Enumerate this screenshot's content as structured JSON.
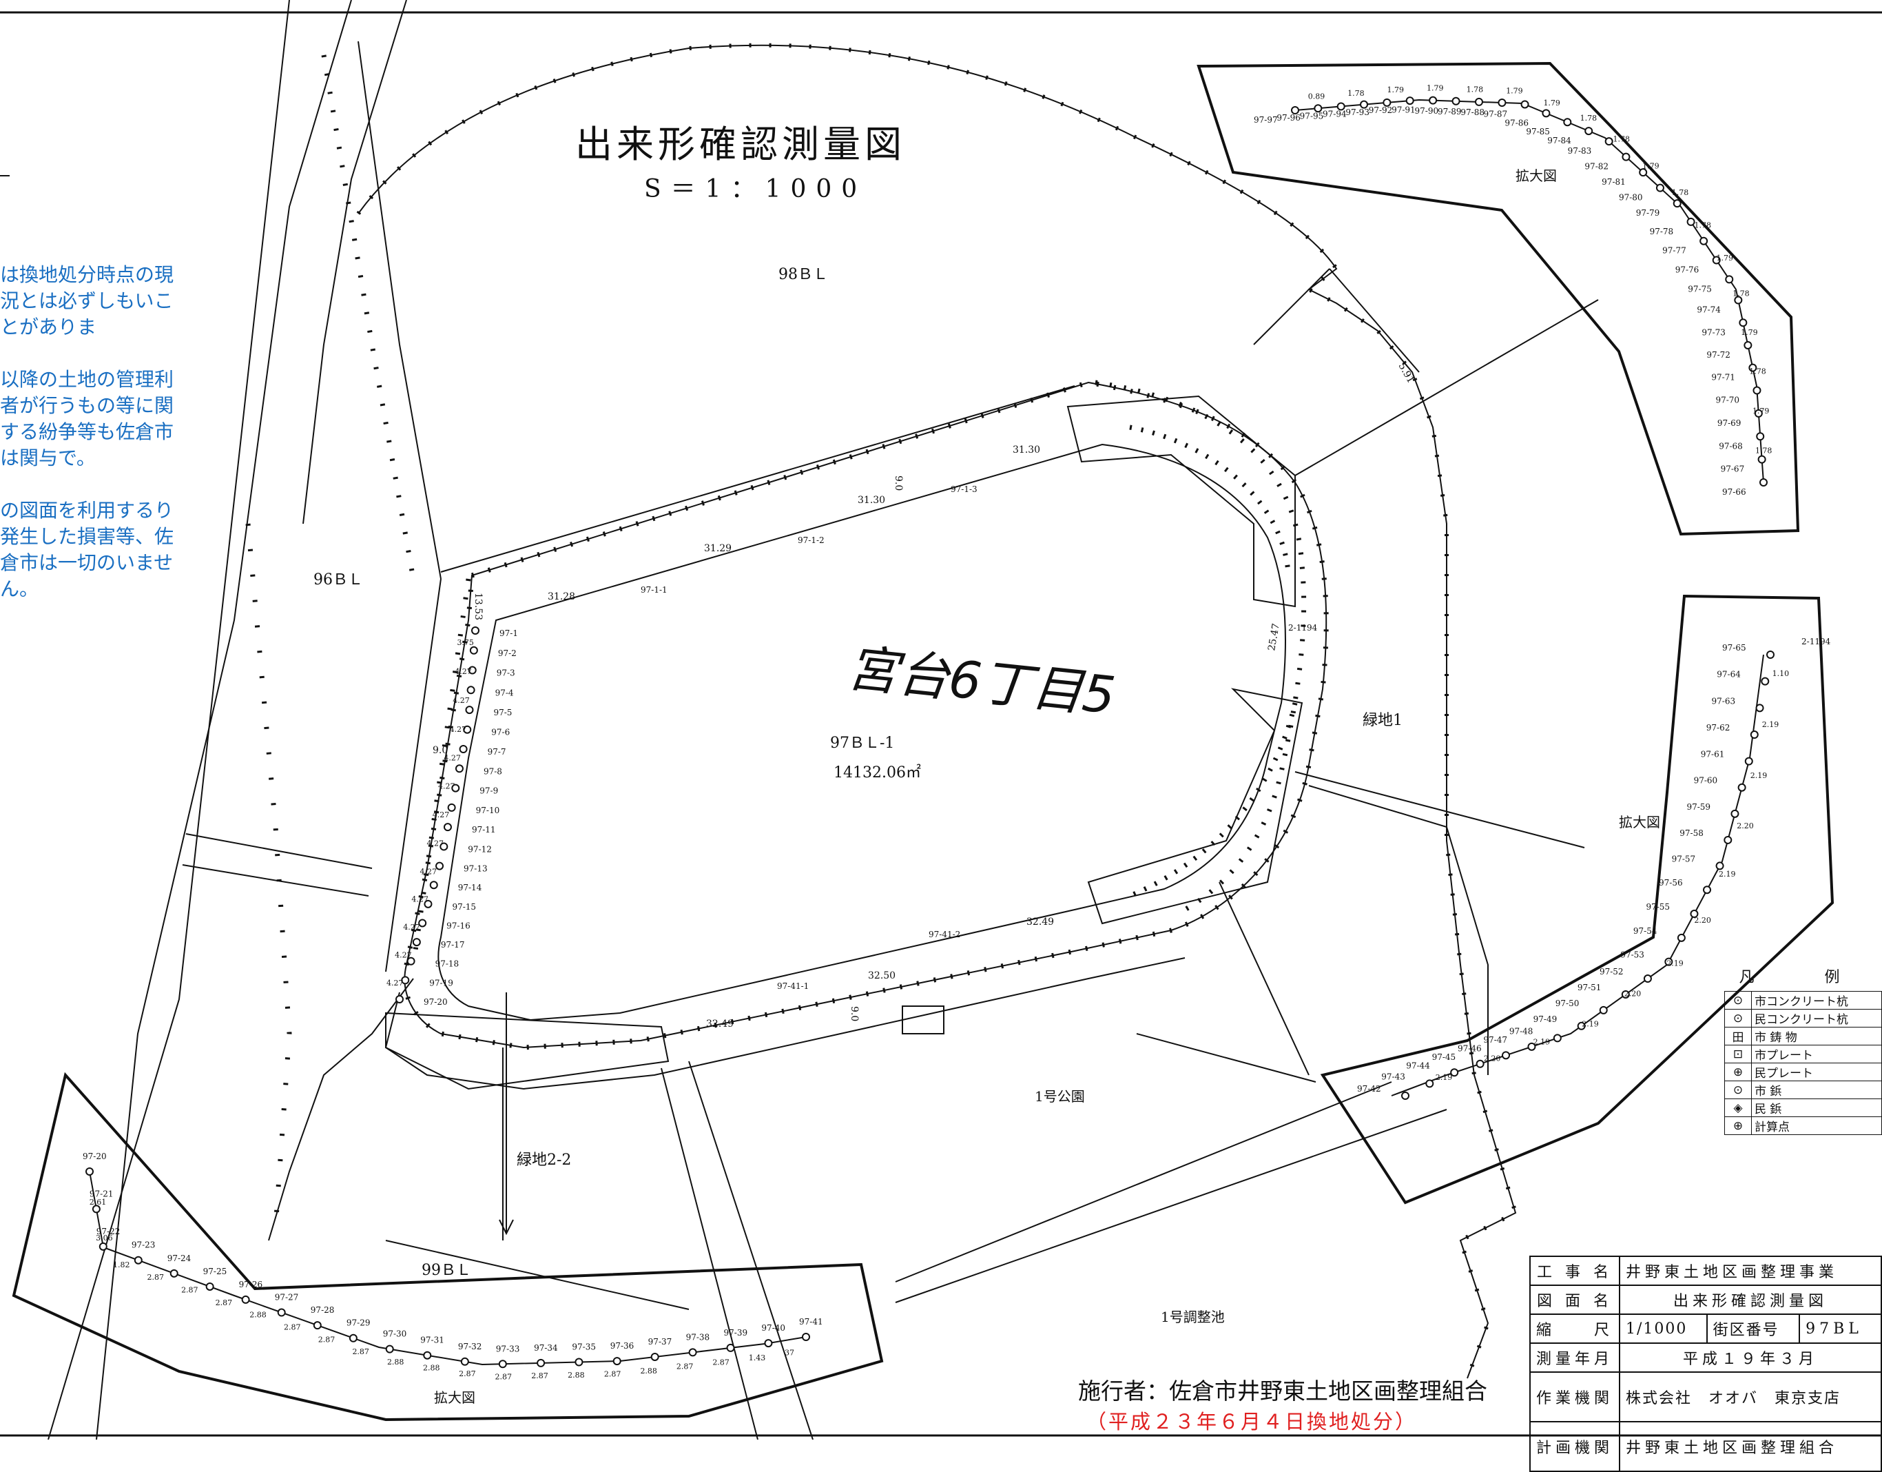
{
  "map": {
    "title": "出来形確認測量図",
    "scale": "S＝1：1000",
    "handwritten": "宮台6丁目5",
    "blocks": {
      "b98": "98ＢＬ",
      "b96": "96ＢＬ",
      "b97": "97ＢＬ-1",
      "b97_area": "14132.06㎡",
      "b99": "99ＢＬ",
      "green1": "緑地1",
      "green2": "緑地2-2",
      "park": "1号公園",
      "pond": "1号調整池"
    },
    "enlarge_label": "拡大図",
    "road_labels": {
      "w1": "9.0",
      "w2": "9.0",
      "w3": "9.0",
      "d1": "31.28",
      "d2": "31.29",
      "d3": "31.30",
      "d4": "31.30",
      "d5": "32.49",
      "d6": "32.50",
      "d7": "32.49",
      "d8": "25.47",
      "d9": "5.91",
      "d10": "13.53"
    },
    "point_labels": {
      "p1": "97-1-1",
      "p2": "97-1-2",
      "p3": "97-1-3",
      "p4": "97-41-1",
      "p5": "97-41-2",
      "p6": "2-1194"
    },
    "left_chain": [
      "97-1",
      "97-2",
      "97-3",
      "97-4",
      "97-5",
      "97-6",
      "97-7",
      "97-8",
      "97-9",
      "97-10",
      "97-11",
      "97-12",
      "97-13",
      "97-14",
      "97-15",
      "97-16",
      "97-17",
      "97-18",
      "97-19",
      "97-20"
    ],
    "left_chain_dims": [
      "3.75",
      "4.27",
      "4.27",
      "4.27",
      "4.27",
      "4.27",
      "4.27",
      "4.27",
      "4.27",
      "4.27",
      "4.27",
      "4.27",
      "4.27"
    ],
    "top_right_labels": [
      "97-97",
      "97-96",
      "97-95",
      "97-94",
      "97-93",
      "97-92",
      "97-91",
      "97-90",
      "97-89",
      "97-88",
      "97-87",
      "97-86",
      "97-85",
      "97-84",
      "97-83",
      "97-82",
      "97-81",
      "97-80",
      "97-79",
      "97-78",
      "97-77",
      "97-76",
      "97-75",
      "97-74",
      "97-73",
      "97-72",
      "97-71",
      "97-70",
      "97-69",
      "97-68",
      "97-67",
      "97-66"
    ],
    "top_right_dims": [
      "0.89",
      "1.78",
      "1.79",
      "1.79",
      "1.78",
      "1.79",
      "1.79",
      "1.78",
      "1.78",
      "1.79",
      "1.78",
      "1.78",
      "1.79",
      "1.78",
      "1.79",
      "1.78",
      "1.79",
      "1.78"
    ],
    "right_labels": [
      "97-65",
      "97-64",
      "97-63",
      "97-62",
      "97-61",
      "97-60",
      "97-59",
      "97-58",
      "97-57",
      "97-56",
      "97-55",
      "97-54",
      "97-53",
      "97-52",
      "97-51",
      "97-50",
      "97-49",
      "97-48",
      "97-47",
      "97-46",
      "97-45",
      "97-44",
      "97-43",
      "97-42"
    ],
    "right_dims": [
      "1.10",
      "2.19",
      "2.19",
      "2.20",
      "2.19",
      "2.20",
      "2.19",
      "2.20",
      "2.19",
      "2.19",
      "2.20",
      "2.19"
    ],
    "bottom_labels": [
      "97-20",
      "97-21",
      "97-22",
      "97-23",
      "97-24",
      "97-25",
      "97-26",
      "97-27",
      "97-28",
      "97-29",
      "97-30",
      "97-31",
      "97-32",
      "97-33",
      "97-34",
      "97-35",
      "97-36",
      "97-37",
      "97-38",
      "97-39",
      "97-40",
      "97-41"
    ],
    "bottom_dims": [
      "2.61",
      "3.06",
      "1.82",
      "2.87",
      "2.87",
      "2.87",
      "2.88",
      "2.87",
      "2.87",
      "2.87",
      "2.88",
      "2.88",
      "2.87",
      "2.87",
      "2.87",
      "2.88",
      "2.87",
      "2.88",
      "2.87",
      "2.87",
      "1.43",
      "37"
    ]
  },
  "notice": [
    "は換地処分時点の現況とは必ずしもいことがありま",
    "以降の土地の管理利者が行うもの等に関する紛争等も佐倉市は関与で。",
    "の図面を利用するり発生した損害等、佐倉市は一切のいません。"
  ],
  "executor": {
    "name": "施行者：佐倉市井野東土地区画整理組合",
    "date": "（平成２３年６月４日換地処分）"
  },
  "legend": {
    "heading": "凡　例",
    "items": [
      {
        "symbol": "⊙",
        "label": "市コンクリート杭"
      },
      {
        "symbol": "⊙",
        "label": "民コンクリート杭"
      },
      {
        "symbol": "田",
        "label": "市 鋳 物"
      },
      {
        "symbol": "⊡",
        "label": "市プレート"
      },
      {
        "symbol": "⊕",
        "label": "民プレート"
      },
      {
        "symbol": "⊙",
        "label": "市 鋲"
      },
      {
        "symbol": "◈",
        "label": "民 鋲"
      },
      {
        "symbol": "⊕",
        "label": "計算点"
      }
    ]
  },
  "title_block": {
    "r1k": "工 事 名",
    "r1v": "井野東土地区画整理事業",
    "r2k": "図 面 名",
    "r2v": "出来形確認測量図",
    "r3k": "縮　　尺",
    "r3v": "1/1000",
    "r3k2": "街区番号",
    "r3v2": "97BL",
    "r4k": "測量年月",
    "r4v": "平成１９年３月",
    "r5k": "作業機関",
    "r5v": "株式会社　オオバ　東京支店",
    "r6k": "計画機関",
    "r6v": "井野東土地区画整理組合"
  }
}
